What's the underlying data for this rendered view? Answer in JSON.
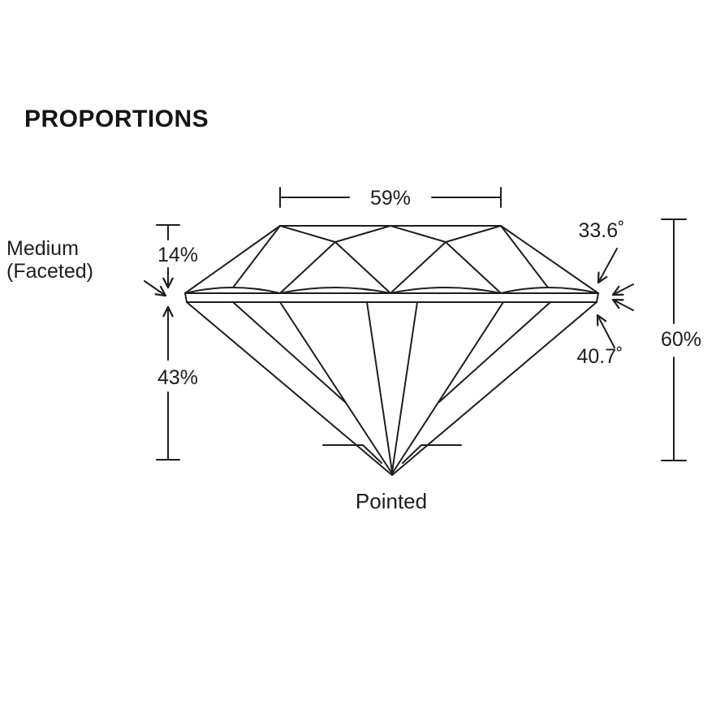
{
  "title": "PROPORTIONS",
  "diagram": {
    "background_color": "#ffffff",
    "line_color": "#1e1e1e",
    "measurements": {
      "table_size": "59%",
      "crown_height": "14%",
      "girdle_line1": "Medium",
      "girdle_line2": "(Faceted)",
      "pavilion_depth": "43%",
      "crown_angle": "33.6˚",
      "pavilion_angle": "40.7˚",
      "total_depth": "60%",
      "culet": "Pointed"
    }
  }
}
